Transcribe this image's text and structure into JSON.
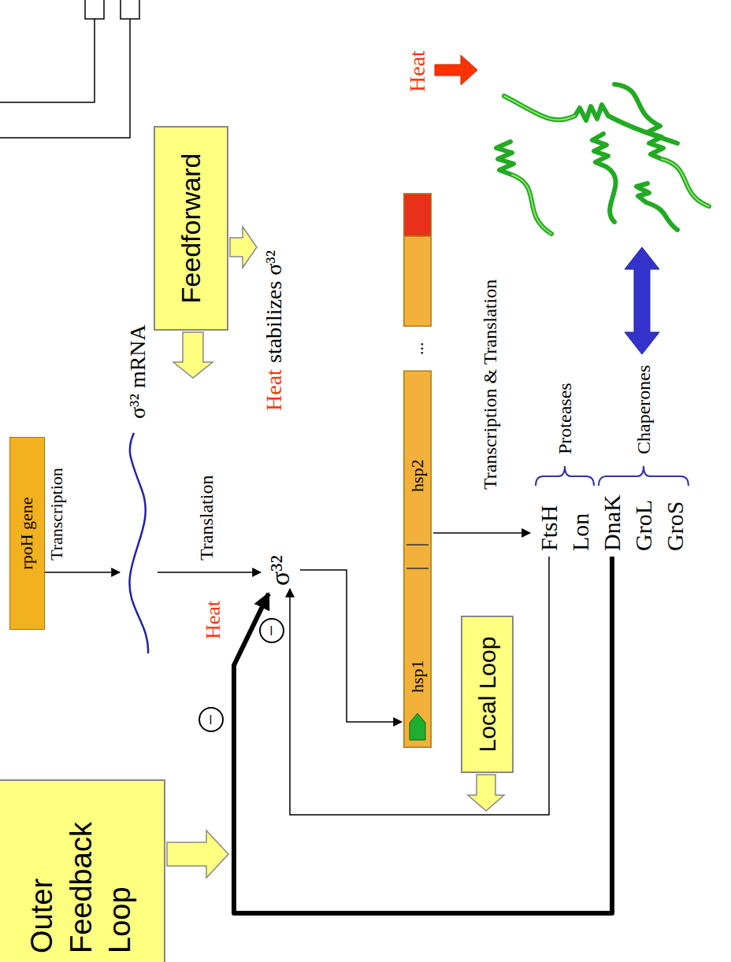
{
  "diagram": {
    "nodes": [
      {
        "text": [
          "Outer Feedback Loop"
        ]
      },
      {
        "text": [
          "rpoH gene"
        ]
      },
      {
        "text": [
          "Feedforward"
        ]
      },
      {
        "text": [
          "−"
        ]
      },
      {
        "text": [
          "−"
        ]
      },
      {
        "text": [
          "hsp1",
          "hsp2",
          "..."
        ]
      },
      {
        "text": [
          "Local Loop"
        ]
      }
    ],
    "labels": [
      "Transcription",
      "σ³² mRNA",
      "Translation",
      "Heat",
      "σ³²",
      "Heat",
      "stabilizes σ³²",
      "Transcription & Translation",
      "FtsH",
      "Lon",
      "DnaK",
      "GroL",
      "GroS",
      "Proteases",
      "Chaperones",
      "Heat"
    ]
  }
}
